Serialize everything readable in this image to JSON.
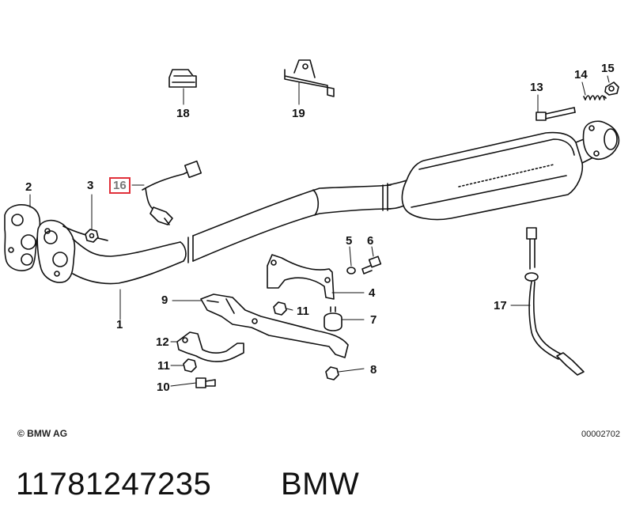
{
  "callouts": {
    "c1": "1",
    "c2": "2",
    "c3": "3",
    "c4": "4",
    "c5": "5",
    "c6": "6",
    "c7": "7",
    "c8": "8",
    "c9": "9",
    "c10": "10",
    "c11a": "11",
    "c11b": "11",
    "c12": "12",
    "c13": "13",
    "c14": "14",
    "c15": "15",
    "c16": "16",
    "c17": "17",
    "c18": "18",
    "c19": "19"
  },
  "highlighted_callout": "16",
  "highlight_color": "#e0303a",
  "footer": {
    "copyright": "© BMW AG",
    "drawing_number": "00002702"
  },
  "caption": {
    "part_number": "11781247235",
    "brand": "BMW"
  }
}
